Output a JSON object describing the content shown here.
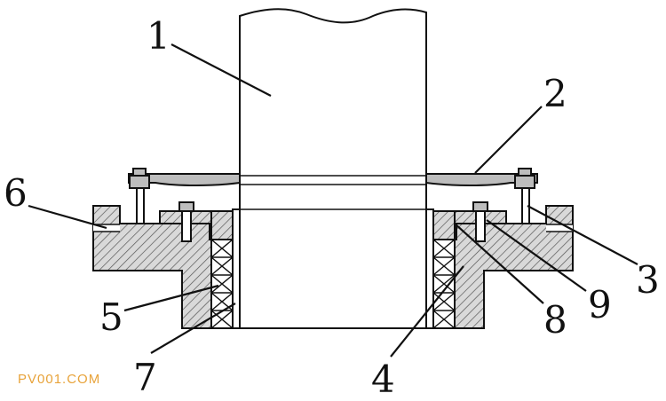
{
  "callouts": [
    {
      "id": "1",
      "text": "1"
    },
    {
      "id": "2",
      "text": "2"
    },
    {
      "id": "3",
      "text": "3"
    },
    {
      "id": "4",
      "text": "4"
    },
    {
      "id": "5",
      "text": "5"
    },
    {
      "id": "6",
      "text": "6"
    },
    {
      "id": "7",
      "text": "7"
    },
    {
      "id": "8",
      "text": "8"
    },
    {
      "id": "9",
      "text": "9"
    }
  ],
  "watermark": "PV001.COM",
  "colors": {
    "line": "#111111",
    "hatch_fill": "#d6d6d6",
    "watermark": "#e8a33a",
    "background": "#ffffff"
  }
}
